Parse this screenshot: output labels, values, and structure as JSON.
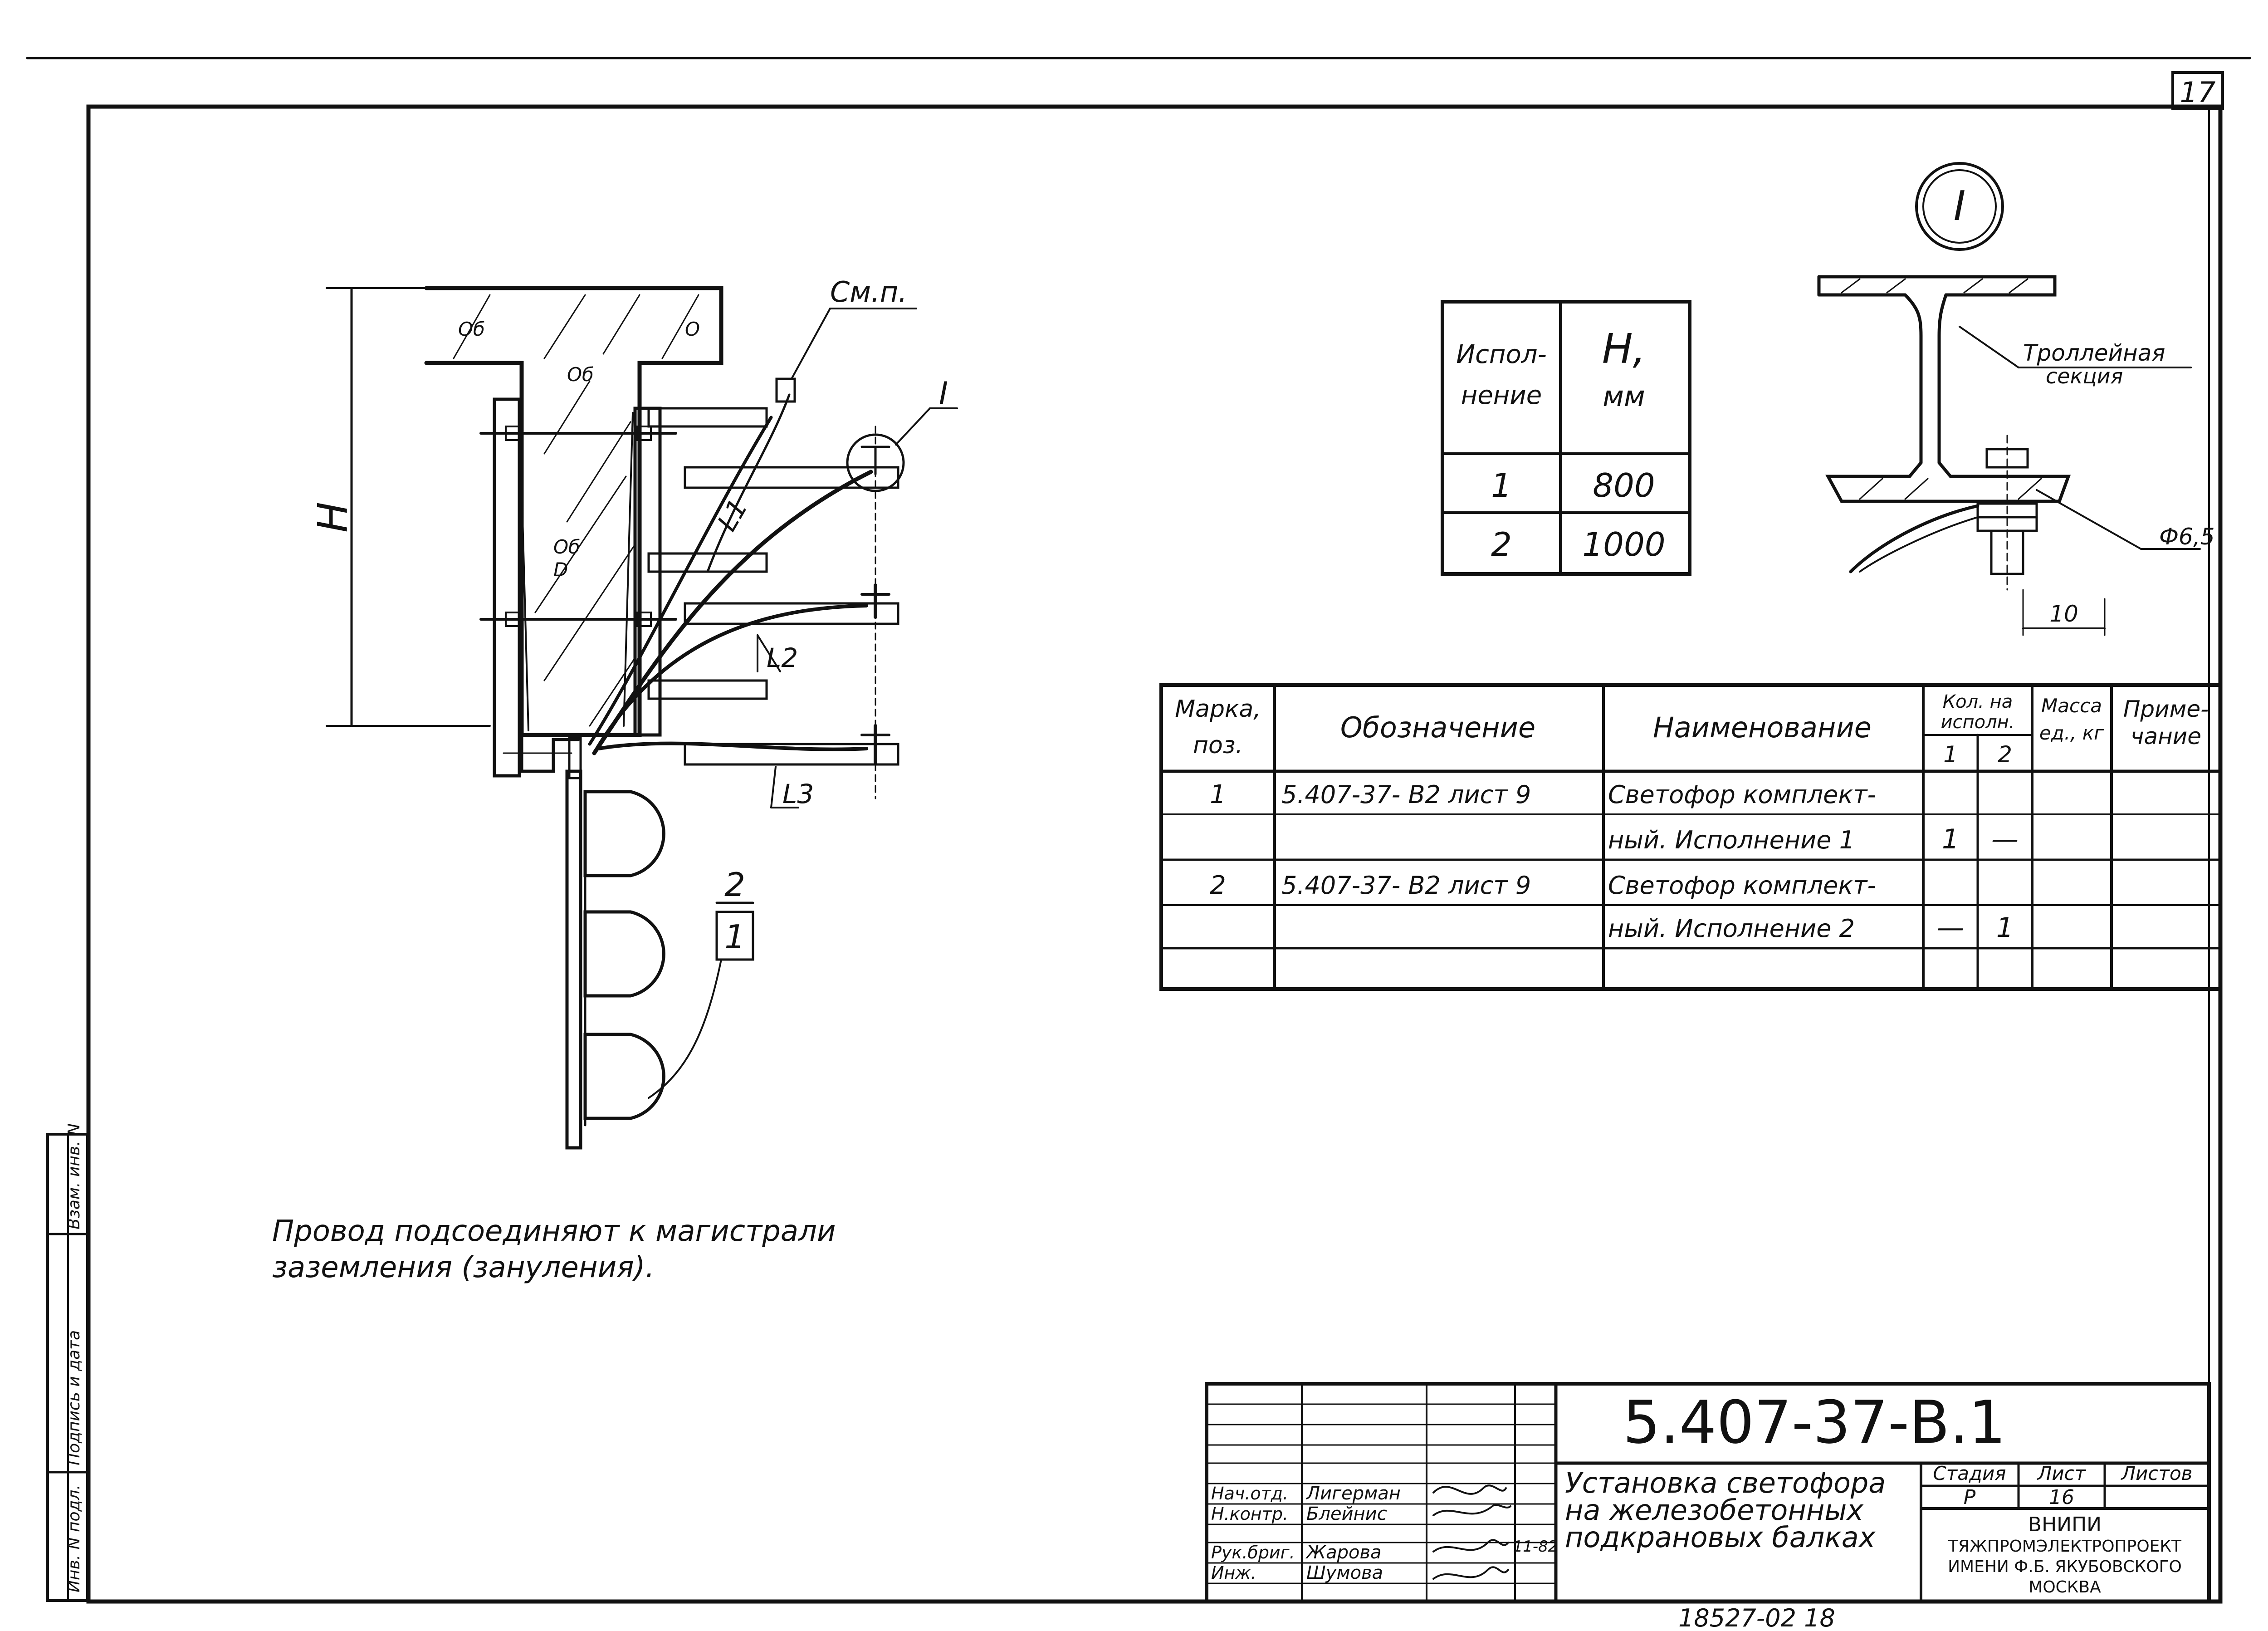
{
  "sheet": {
    "page_number": "17",
    "archive_number": "18527-02  18"
  },
  "detail_callout": {
    "label": "I"
  },
  "drawing": {
    "dim_h": "H",
    "label_smp": "См.п.",
    "label_callout_i": "I",
    "label_l1": "L1",
    "label_l2": "L2",
    "label_l3": "L3",
    "label_pos_top": "2",
    "label_pos_bottom": "1",
    "concrete_marks": [
      "Об",
      "Об",
      "О",
      "Об",
      "D"
    ]
  },
  "detail": {
    "trolley_label_1": "Троллейная",
    "trolley_label_2": "секция",
    "dia_label": "Ф6,5",
    "dim_10": "10"
  },
  "h_table": {
    "header_col1_line1": "Испол-",
    "header_col1_line2": "нение",
    "header_col2_line1": "Н,",
    "header_col2_line2": "мм",
    "rows": [
      {
        "variant": "1",
        "h": "800"
      },
      {
        "variant": "2",
        "h": "1000"
      }
    ]
  },
  "spec_table": {
    "headers": {
      "mark_1": "Марка,",
      "mark_2": "поз.",
      "designation": "Обозначение",
      "name": "Наименование",
      "qty_1": "Кол. на",
      "qty_2": "исполн.",
      "qty_sub1": "1",
      "qty_sub2": "2",
      "mass_1": "Масса",
      "mass_2": "ед., кг",
      "note_1": "Приме-",
      "note_2": "чание"
    },
    "rows": [
      {
        "mark": "1",
        "designation": "5.407-37- В2 лист 9",
        "name": "Светофор комплект-",
        "q1": "",
        "q2": ""
      },
      {
        "mark": "",
        "designation": "",
        "name": "ный. Исполнение 1",
        "q1": "1",
        "q2": "—"
      },
      {
        "mark": "2",
        "designation": "5.407-37- В2 лист 9",
        "name": "Светофор комплект-",
        "q1": "",
        "q2": ""
      },
      {
        "mark": "",
        "designation": "",
        "name": "ный. Исполнение 2",
        "q1": "—",
        "q2": "1"
      },
      {
        "mark": "",
        "designation": "",
        "name": "",
        "q1": "",
        "q2": ""
      }
    ]
  },
  "note": {
    "line1": "Провод подсоединяют к магистрали",
    "line2": "заземления (зануления)."
  },
  "left_margin": {
    "cell1": "Инв. N подл.",
    "cell2": "Подпись и дата",
    "cell3": "Взам. инв. N"
  },
  "title_block": {
    "code": "5.407-37-В.1",
    "title_line1": "Установка светофора",
    "title_line2": "на железобетонных",
    "title_line3": "подкрановых балках",
    "stage_label": "Стадия",
    "sheet_label": "Лист",
    "sheets_label": "Листов",
    "stage_value": "Р",
    "sheet_value": "16",
    "org_line1": "ВНИПИ",
    "org_line2": "ТЯЖПРОМЭЛЕКТРОПРОЕКТ",
    "org_line3": "ИМЕНИ Ф.Б. ЯКУБОВСКОГО",
    "org_line4": "МОСКВА",
    "date": "11-82",
    "people": [
      {
        "role": "Нач.отд.",
        "name": "Лигерман"
      },
      {
        "role": "Н.контр.",
        "name": "Блейнис"
      },
      {
        "role": "Рук.бриг.",
        "name": "Жарова"
      },
      {
        "role": "Инж.",
        "name": "Шумова"
      }
    ]
  }
}
